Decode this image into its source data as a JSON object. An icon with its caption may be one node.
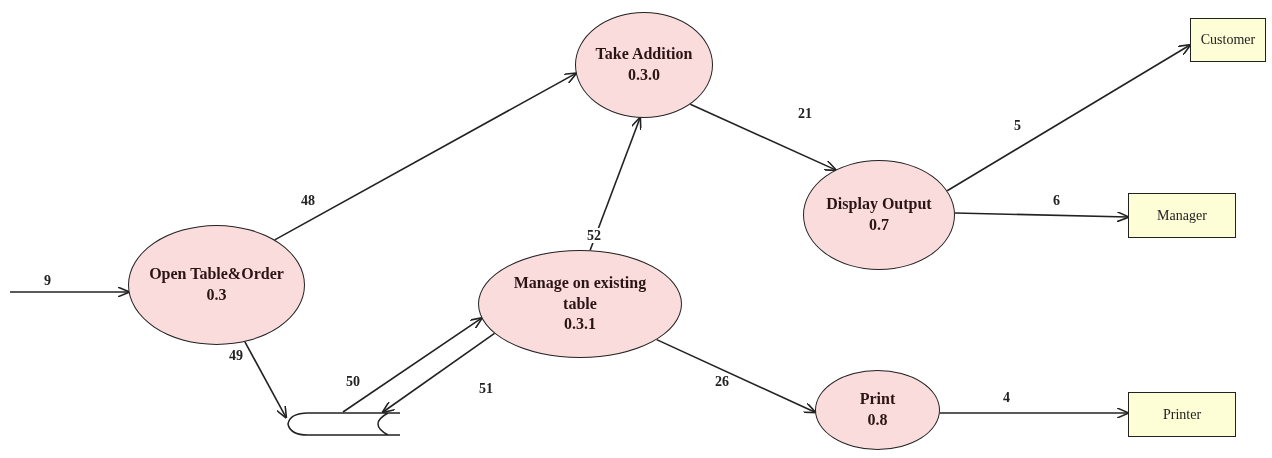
{
  "diagram": {
    "nodes": [
      {
        "text": [
          "Open Table&Order",
          "0.3"
        ]
      },
      {
        "text": [
          "Take Addition",
          "0.3.0"
        ]
      },
      {
        "text": [
          "Manage on existing table",
          "0.3.1"
        ]
      },
      {
        "text": [
          "Display Output",
          "0.7"
        ]
      },
      {
        "text": [
          "Print",
          "0.8"
        ]
      },
      {
        "text": [
          "Customer"
        ]
      },
      {
        "text": [
          "Manager"
        ]
      },
      {
        "text": [
          "Printer"
        ]
      },
      {
        "text": [],
        "shape": "cylinder"
      }
    ],
    "edges": [
      {
        "from": null,
        "to": 0,
        "arrow": "to",
        "label": "9"
      },
      {
        "from": 0,
        "to": 1,
        "arrow": "to",
        "label": "48"
      },
      {
        "from": 0,
        "to": 8,
        "arrow": "to",
        "label": "49"
      },
      {
        "from": 8,
        "to": 2,
        "arrow": "to",
        "label": "50"
      },
      {
        "from": 2,
        "to": 8,
        "arrow": "to",
        "label": "51"
      },
      {
        "from": 2,
        "to": 1,
        "arrow": "to",
        "label": "52"
      },
      {
        "from": 1,
        "to": 3,
        "arrow": "to",
        "label": "21"
      },
      {
        "from": 2,
        "to": 4,
        "arrow": "to",
        "label": "26"
      },
      {
        "from": 3,
        "to": 5,
        "arrow": "to",
        "label": "5"
      },
      {
        "from": 3,
        "to": 6,
        "arrow": "to",
        "label": "6"
      },
      {
        "from": 4,
        "to": 7,
        "arrow": "to",
        "label": "4"
      }
    ]
  }
}
